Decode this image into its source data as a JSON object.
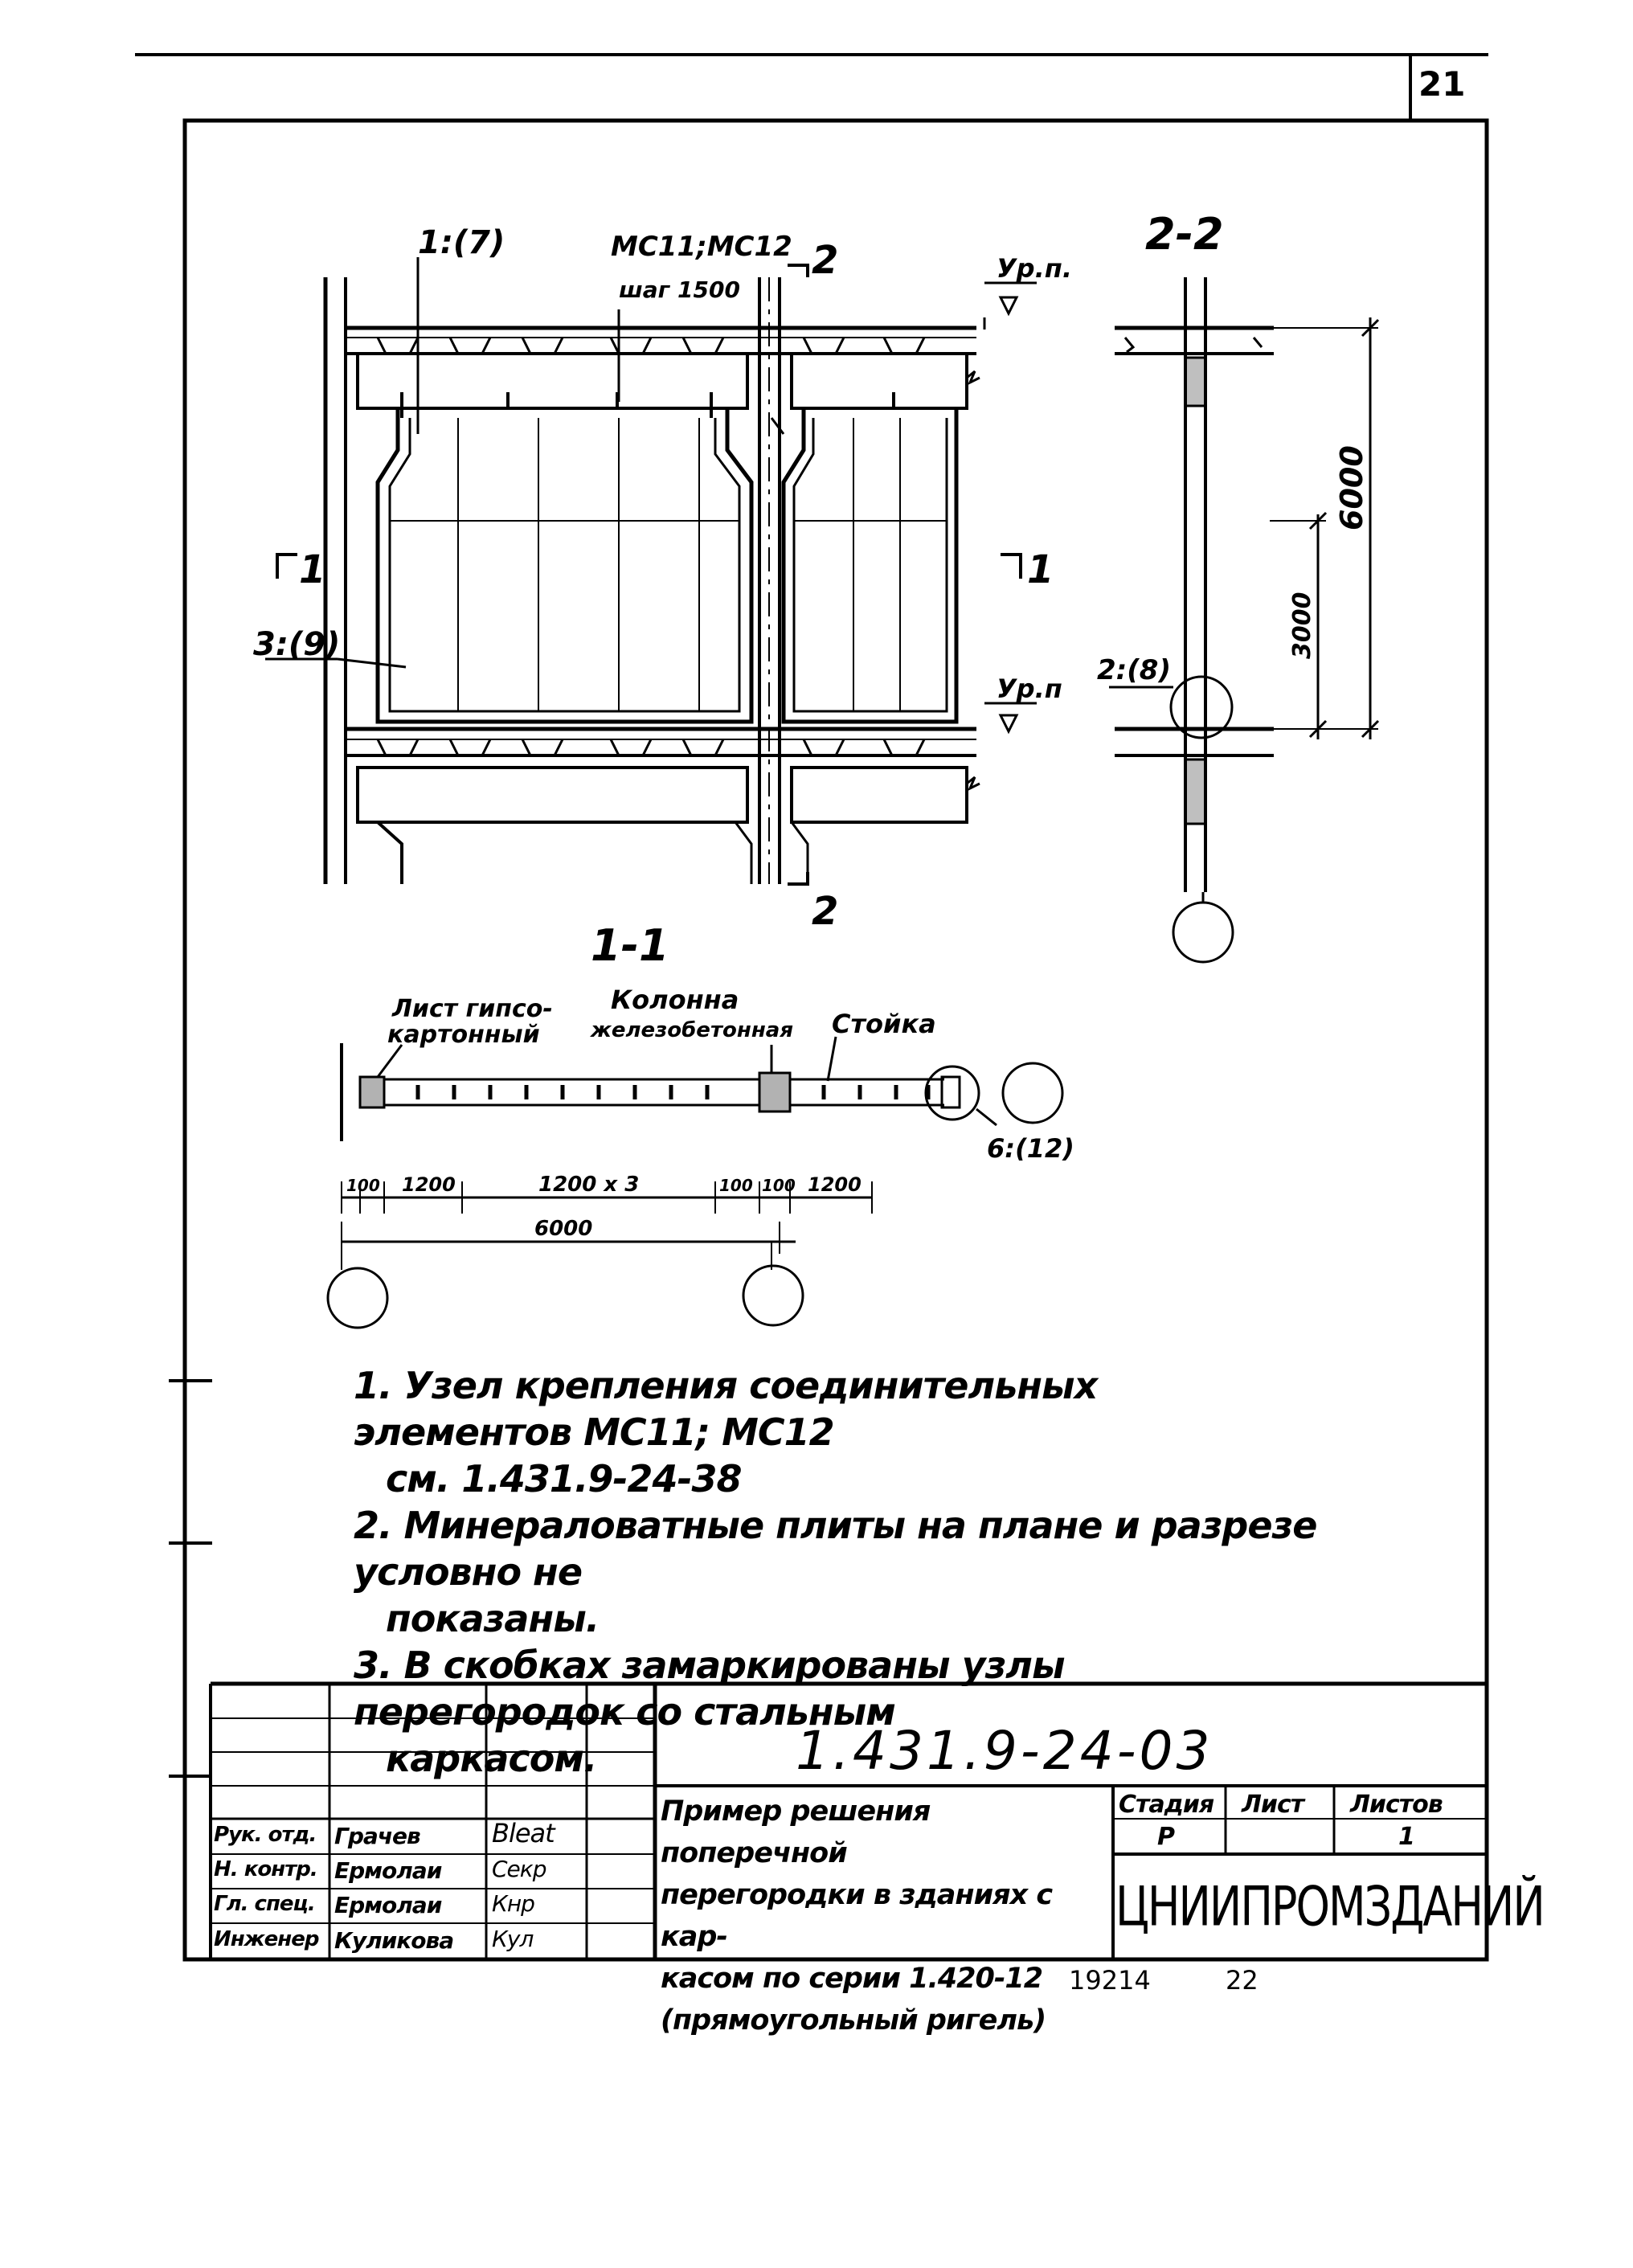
{
  "sheet_number": "21",
  "views": {
    "section_2_2_title": "2-2",
    "section_1_1_title": "1-1"
  },
  "plan_labels": {
    "node_1": "1:(7)",
    "node_3": "3:(9)",
    "mc_elements": "МС11;МС12",
    "mc_step": "шаг 1500",
    "cut_2_top": "2",
    "cut_2_bottom": "2",
    "cut_1_left": "1",
    "cut_1_right": "1",
    "level_top": "Ур.п.",
    "level_bottom": "Ур.п"
  },
  "section_2_2_labels": {
    "dim_6000": "6000",
    "dim_3000": "3000",
    "node_2": "2:(8)"
  },
  "section_1_1_labels": {
    "sheet_label_1": "Лист гипсо-",
    "sheet_label_2": "картонный",
    "column_label_1": "Колонна",
    "column_label_2": "железобетонная",
    "post_label": "Стойка",
    "node_6": "6:(12)",
    "dim_left_small": "100",
    "dim_1200_a": "1200",
    "dim_1200x3": "1200 х 3",
    "dim_mid_small_1": "100",
    "dim_mid_small_2": "100",
    "dim_1200_b": "1200",
    "dim_total": "6000"
  },
  "notes": [
    "1. Узел крепления соединительных элементов МС11; МС12",
    "см. 1.431.9-24-38",
    "2. Минераловатные плиты на плане и разрезе условно не",
    "показаны.",
    "3. В скобках замаркированы узлы перегородок со стальным",
    "каркасом."
  ],
  "title_block": {
    "document_code": "1.431.9-24-03",
    "title_lines": [
      "Пример решения поперечной",
      "перегородки в зданиях с кар-",
      "касом по серии 1.420-12",
      "(прямоугольный ригель)"
    ],
    "stage_header": "Стадия",
    "sheet_header": "Лист",
    "sheets_header": "Листов",
    "stage_value": "Р",
    "sheets_value": "1",
    "organization": "ЦНИИПРОМЗДАНИЙ",
    "staff": [
      {
        "role": "Рук. отд.",
        "name": "Грачев",
        "signature": "Bleat"
      },
      {
        "role": "Н. контр.",
        "name": "Ермолаи",
        "signature": "Секр"
      },
      {
        "role": "Гл. спец.",
        "name": "Ермолаи",
        "signature": "Кнр"
      },
      {
        "role": "Инженер",
        "name": "Куликова",
        "signature": "Кул"
      }
    ]
  },
  "footer": {
    "inventory_number": "19214",
    "page_number": "22"
  }
}
